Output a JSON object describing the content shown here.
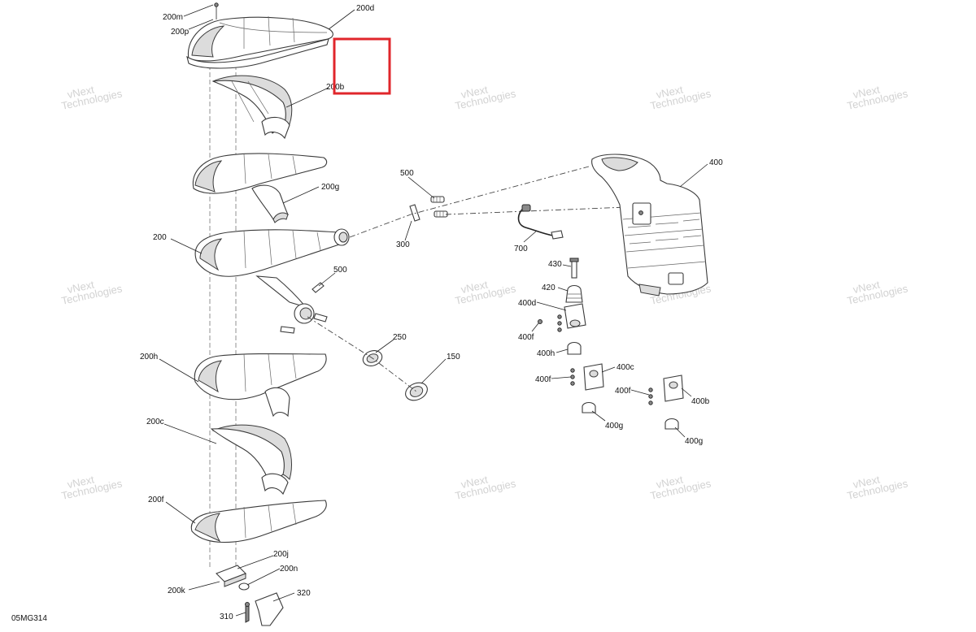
{
  "diagram": {
    "figure_code": "05MG314",
    "watermark_line1": "vNext",
    "watermark_line2": "Technologies",
    "highlight_color": "#e0262b",
    "labels": {
      "200m": "200m",
      "200p": "200p",
      "200d": "200d",
      "200b": "200b",
      "200g": "200g",
      "200": "200",
      "500a": "500",
      "300": "300",
      "500b": "500",
      "250": "250",
      "150": "150",
      "200h": "200h",
      "200c": "200c",
      "200f": "200f",
      "200j": "200j",
      "200n": "200n",
      "200k": "200k",
      "310": "310",
      "320": "320",
      "400": "400",
      "700": "700",
      "430": "430",
      "420": "420",
      "400d": "400d",
      "400f_1": "400f",
      "400h": "400h",
      "400c": "400c",
      "400f_2": "400f",
      "400f_3": "400f",
      "400b": "400b",
      "400g_1": "400g",
      "400g_2": "400g"
    }
  }
}
